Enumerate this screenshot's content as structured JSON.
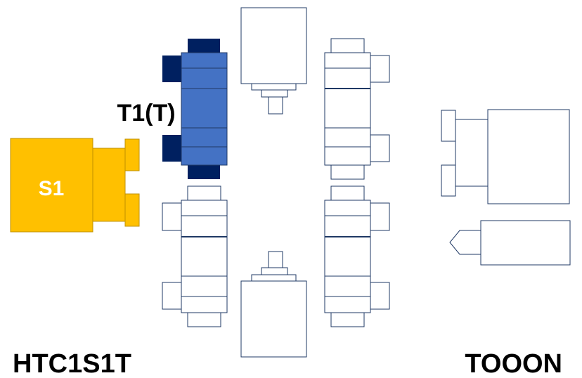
{
  "labels": {
    "spindle_label": "S1",
    "turret_label": "T1(T)",
    "machine_code": "HTC1S1T",
    "right_code": "TOOON"
  },
  "colors": {
    "spindle_fill": "#FFC000",
    "spindle_stroke": "#BF9000",
    "active_turret_fill": "#4472C4",
    "active_turret_dark": "#002060",
    "outline": "#1F3864",
    "empty_fill": "#FFFFFF",
    "text": "#000000",
    "spindle_text": "#FFFFFF"
  },
  "icons": {
    "spindle": "spindle-icon",
    "active_turret": "turret-icon",
    "turret_outline": "turret-outline-icon",
    "tool_holder": "tool-holder-icon",
    "tailstock": "tailstock-icon"
  }
}
